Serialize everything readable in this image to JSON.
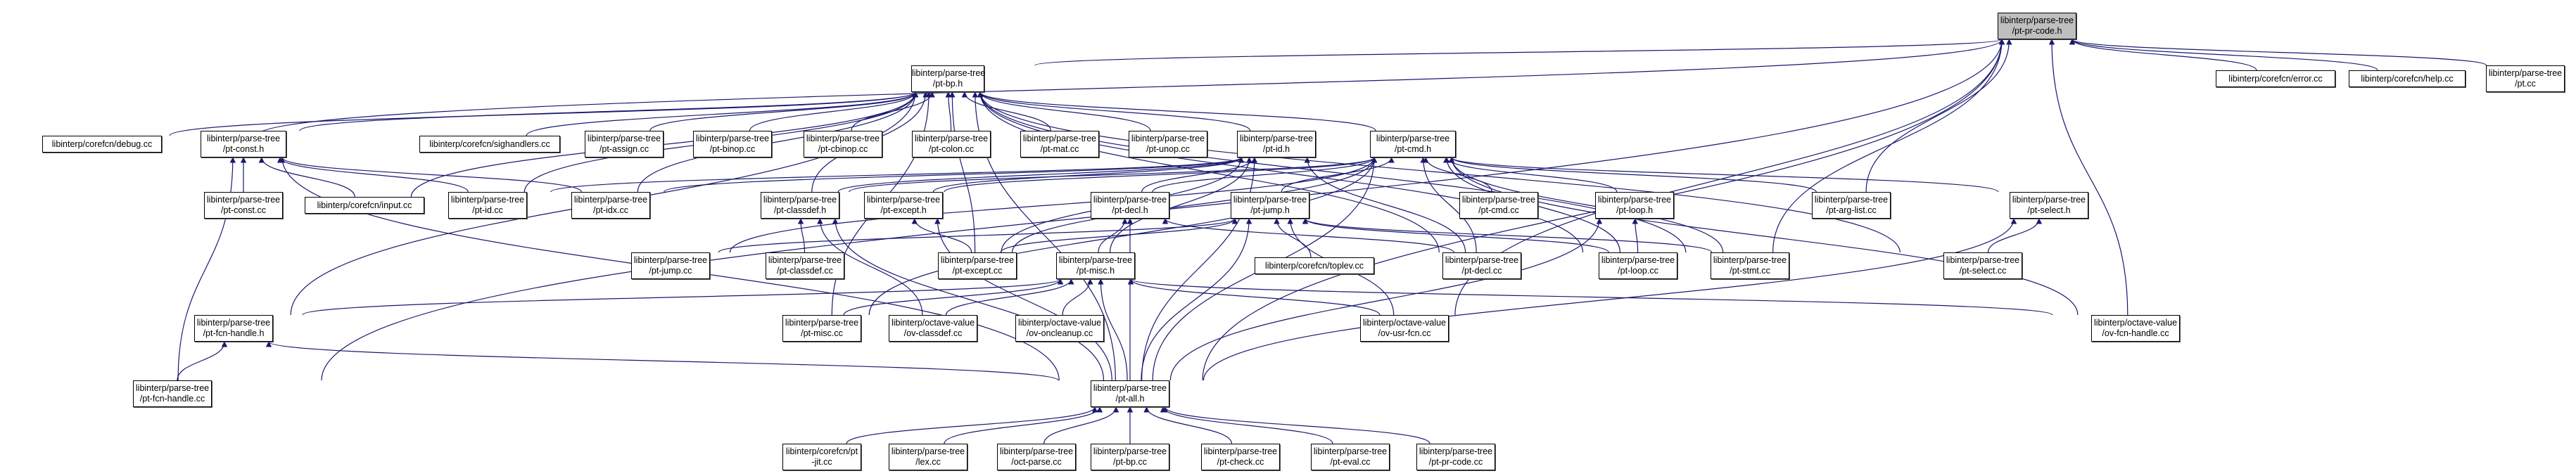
{
  "title": "Include dependency graph for libinterp/parse-tree/pt-pr-code.h",
  "colors": {
    "edge": "#191970",
    "node_border": "#000000",
    "focus_fill": "#bfbfbf",
    "node_fill": "#ffffff"
  },
  "nodes": [
    {
      "id": "pt-pr-code.h",
      "lines": [
        "libinterp/parse-tree",
        "/pt-pr-code.h"
      ],
      "focus": true
    },
    {
      "id": "pt-bp.h",
      "lines": [
        "libinterp/parse-tree",
        "/pt-bp.h"
      ]
    },
    {
      "id": "error.cc",
      "lines": [
        "libinterp/corefcn/error.cc"
      ]
    },
    {
      "id": "help.cc",
      "lines": [
        "libinterp/corefcn/help.cc"
      ]
    },
    {
      "id": "pt.cc",
      "lines": [
        "libinterp/parse-tree",
        "/pt.cc"
      ]
    },
    {
      "id": "debug.cc",
      "lines": [
        "libinterp/corefcn/debug.cc"
      ]
    },
    {
      "id": "pt-const.h",
      "lines": [
        "libinterp/parse-tree",
        "/pt-const.h"
      ]
    },
    {
      "id": "sighandlers.cc",
      "lines": [
        "libinterp/corefcn/sighandlers.cc"
      ]
    },
    {
      "id": "pt-assign.cc",
      "lines": [
        "libinterp/parse-tree",
        "/pt-assign.cc"
      ]
    },
    {
      "id": "pt-binop.cc",
      "lines": [
        "libinterp/parse-tree",
        "/pt-binop.cc"
      ]
    },
    {
      "id": "pt-cbinop.cc",
      "lines": [
        "libinterp/parse-tree",
        "/pt-cbinop.cc"
      ]
    },
    {
      "id": "pt-colon.cc",
      "lines": [
        "libinterp/parse-tree",
        "/pt-colon.cc"
      ]
    },
    {
      "id": "pt-mat.cc",
      "lines": [
        "libinterp/parse-tree",
        "/pt-mat.cc"
      ]
    },
    {
      "id": "pt-unop.cc",
      "lines": [
        "libinterp/parse-tree",
        "/pt-unop.cc"
      ]
    },
    {
      "id": "pt-id.h",
      "lines": [
        "libinterp/parse-tree",
        "/pt-id.h"
      ]
    },
    {
      "id": "pt-cmd.h",
      "lines": [
        "libinterp/parse-tree",
        "/pt-cmd.h"
      ]
    },
    {
      "id": "pt-const.cc",
      "lines": [
        "libinterp/parse-tree",
        "/pt-const.cc"
      ]
    },
    {
      "id": "input.cc",
      "lines": [
        "libinterp/corefcn/input.cc"
      ]
    },
    {
      "id": "pt-id.cc",
      "lines": [
        "libinterp/parse-tree",
        "/pt-id.cc"
      ]
    },
    {
      "id": "pt-idx.cc",
      "lines": [
        "libinterp/parse-tree",
        "/pt-idx.cc"
      ]
    },
    {
      "id": "pt-classdef.h",
      "lines": [
        "libinterp/parse-tree",
        "/pt-classdef.h"
      ]
    },
    {
      "id": "pt-except.h",
      "lines": [
        "libinterp/parse-tree",
        "/pt-except.h"
      ]
    },
    {
      "id": "pt-decl.h",
      "lines": [
        "libinterp/parse-tree",
        "/pt-decl.h"
      ]
    },
    {
      "id": "pt-jump.h",
      "lines": [
        "libinterp/parse-tree",
        "/pt-jump.h"
      ]
    },
    {
      "id": "pt-cmd.cc",
      "lines": [
        "libinterp/parse-tree",
        "/pt-cmd.cc"
      ]
    },
    {
      "id": "pt-loop.h",
      "lines": [
        "libinterp/parse-tree",
        "/pt-loop.h"
      ]
    },
    {
      "id": "pt-arg-list.cc",
      "lines": [
        "libinterp/parse-tree",
        "/pt-arg-list.cc"
      ]
    },
    {
      "id": "pt-select.h",
      "lines": [
        "libinterp/parse-tree",
        "/pt-select.h"
      ]
    },
    {
      "id": "pt-jump.cc",
      "lines": [
        "libinterp/parse-tree",
        "/pt-jump.cc"
      ]
    },
    {
      "id": "pt-classdef.cc",
      "lines": [
        "libinterp/parse-tree",
        "/pt-classdef.cc"
      ]
    },
    {
      "id": "pt-except.cc",
      "lines": [
        "libinterp/parse-tree",
        "/pt-except.cc"
      ]
    },
    {
      "id": "pt-misc.h",
      "lines": [
        "libinterp/parse-tree",
        "/pt-misc.h"
      ]
    },
    {
      "id": "toplev.cc",
      "lines": [
        "libinterp/corefcn/toplev.cc"
      ]
    },
    {
      "id": "pt-decl.cc",
      "lines": [
        "libinterp/parse-tree",
        "/pt-decl.cc"
      ]
    },
    {
      "id": "pt-loop.cc",
      "lines": [
        "libinterp/parse-tree",
        "/pt-loop.cc"
      ]
    },
    {
      "id": "pt-stmt.cc",
      "lines": [
        "libinterp/parse-tree",
        "/pt-stmt.cc"
      ]
    },
    {
      "id": "pt-select.cc",
      "lines": [
        "libinterp/parse-tree",
        "/pt-select.cc"
      ]
    },
    {
      "id": "pt-fcn-handle.h",
      "lines": [
        "libinterp/parse-tree",
        "/pt-fcn-handle.h"
      ]
    },
    {
      "id": "pt-misc.cc",
      "lines": [
        "libinterp/parse-tree",
        "/pt-misc.cc"
      ]
    },
    {
      "id": "ov-classdef.cc",
      "lines": [
        "libinterp/octave-value",
        "/ov-classdef.cc"
      ]
    },
    {
      "id": "ov-oncleanup.cc",
      "lines": [
        "libinterp/octave-value",
        "/ov-oncleanup.cc"
      ]
    },
    {
      "id": "ov-usr-fcn.cc",
      "lines": [
        "libinterp/octave-value",
        "/ov-usr-fcn.cc"
      ]
    },
    {
      "id": "ov-fcn-handle.cc",
      "lines": [
        "libinterp/octave-value",
        "/ov-fcn-handle.cc"
      ]
    },
    {
      "id": "pt-fcn-handle.cc",
      "lines": [
        "libinterp/parse-tree",
        "/pt-fcn-handle.cc"
      ]
    },
    {
      "id": "pt-all.h",
      "lines": [
        "libinterp/parse-tree",
        "/pt-all.h"
      ]
    },
    {
      "id": "jit.cc",
      "lines": [
        "libinterp/corefcn/pt",
        "-jit.cc"
      ]
    },
    {
      "id": "lex.cc",
      "lines": [
        "libinterp/parse-tree",
        "/lex.cc"
      ]
    },
    {
      "id": "oct-parse.cc",
      "lines": [
        "libinterp/parse-tree",
        "/oct-parse.cc"
      ]
    },
    {
      "id": "pt-bp.cc",
      "lines": [
        "libinterp/parse-tree",
        "/pt-bp.cc"
      ]
    },
    {
      "id": "pt-check.cc",
      "lines": [
        "libinterp/parse-tree",
        "/pt-check.cc"
      ]
    },
    {
      "id": "pt-eval.cc",
      "lines": [
        "libinterp/parse-tree",
        "/pt-eval.cc"
      ]
    },
    {
      "id": "pt-pr-code.cc",
      "lines": [
        "libinterp/parse-tree",
        "/pt-pr-code.cc"
      ]
    }
  ],
  "edges": [
    [
      "pt-bp.h",
      "pt-pr-code.h"
    ],
    [
      "error.cc",
      "pt-pr-code.h"
    ],
    [
      "help.cc",
      "pt-pr-code.h"
    ],
    [
      "pt.cc",
      "pt-pr-code.h"
    ],
    [
      "debug.cc",
      "pt-pr-code.h"
    ],
    [
      "pt-arg-list.cc",
      "pt-pr-code.h"
    ],
    [
      "pt-stmt.cc",
      "pt-pr-code.h"
    ],
    [
      "pt-all.h",
      "pt-pr-code.h"
    ],
    [
      "ov-usr-fcn.cc",
      "pt-pr-code.h"
    ],
    [
      "ov-fcn-handle.cc",
      "pt-pr-code.h"
    ],
    [
      "pt-fcn-handle.cc",
      "pt-pr-code.h"
    ],
    [
      "debug.cc",
      "pt-bp.h"
    ],
    [
      "pt-const.h",
      "pt-bp.h"
    ],
    [
      "sighandlers.cc",
      "pt-bp.h"
    ],
    [
      "pt-assign.cc",
      "pt-bp.h"
    ],
    [
      "pt-binop.cc",
      "pt-bp.h"
    ],
    [
      "pt-cbinop.cc",
      "pt-bp.h"
    ],
    [
      "pt-colon.cc",
      "pt-bp.h"
    ],
    [
      "pt-mat.cc",
      "pt-bp.h"
    ],
    [
      "pt-unop.cc",
      "pt-bp.h"
    ],
    [
      "pt-id.h",
      "pt-bp.h"
    ],
    [
      "pt-cmd.h",
      "pt-bp.h"
    ],
    [
      "pt-id.cc",
      "pt-bp.h"
    ],
    [
      "pt-idx.cc",
      "pt-bp.h"
    ],
    [
      "pt-classdef.h",
      "pt-bp.h"
    ],
    [
      "pt-except.cc",
      "pt-bp.h"
    ],
    [
      "pt-decl.cc",
      "pt-bp.h"
    ],
    [
      "pt-loop.cc",
      "pt-bp.h"
    ],
    [
      "pt-stmt.cc",
      "pt-bp.h"
    ],
    [
      "pt-select.cc",
      "pt-bp.h"
    ],
    [
      "pt-fcn-handle.h",
      "pt-bp.h"
    ],
    [
      "pt-misc.cc",
      "pt-bp.h"
    ],
    [
      "pt-all.h",
      "pt-bp.h"
    ],
    [
      "input.cc",
      "pt-bp.h"
    ],
    [
      "pt-const.cc",
      "pt-const.h"
    ],
    [
      "input.cc",
      "pt-const.h"
    ],
    [
      "pt-id.cc",
      "pt-const.h"
    ],
    [
      "pt-fcn-handle.cc",
      "pt-const.h"
    ],
    [
      "pt-all.h",
      "pt-const.h"
    ],
    [
      "pt-idx.cc",
      "pt-const.h"
    ],
    [
      "pt-idx.cc",
      "pt-id.h"
    ],
    [
      "pt-classdef.h",
      "pt-id.h"
    ],
    [
      "pt-except.h",
      "pt-id.h"
    ],
    [
      "pt-decl.h",
      "pt-id.h"
    ],
    [
      "pt-misc.h",
      "pt-id.h"
    ],
    [
      "pt-except.cc",
      "pt-id.h"
    ],
    [
      "pt-all.h",
      "pt-id.h"
    ],
    [
      "pt-id.cc",
      "pt-id.h"
    ],
    [
      "pt-decl.cc",
      "pt-id.h"
    ],
    [
      "pt-classdef.h",
      "pt-cmd.h"
    ],
    [
      "pt-except.h",
      "pt-cmd.h"
    ],
    [
      "pt-decl.h",
      "pt-cmd.h"
    ],
    [
      "pt-jump.h",
      "pt-cmd.h"
    ],
    [
      "pt-cmd.cc",
      "pt-cmd.h"
    ],
    [
      "pt-loop.h",
      "pt-cmd.h"
    ],
    [
      "pt-select.h",
      "pt-cmd.h"
    ],
    [
      "pt-arg-list.cc",
      "pt-cmd.h"
    ],
    [
      "pt-decl.cc",
      "pt-cmd.h"
    ],
    [
      "pt-loop.cc",
      "pt-cmd.h"
    ],
    [
      "pt-stmt.cc",
      "pt-cmd.h"
    ],
    [
      "pt-all.h",
      "pt-cmd.h"
    ],
    [
      "pt-misc.cc",
      "pt-cmd.h"
    ],
    [
      "ov-fcn-handle.cc",
      "pt-cmd.h"
    ],
    [
      "pt-except.cc",
      "pt-cmd.h"
    ],
    [
      "pt-jump.cc",
      "pt-cmd.h"
    ],
    [
      "pt-classdef.cc",
      "pt-classdef.h"
    ],
    [
      "ov-classdef.cc",
      "pt-classdef.h"
    ],
    [
      "pt-all.h",
      "pt-classdef.h"
    ],
    [
      "pt-except.cc",
      "pt-except.h"
    ],
    [
      "pt-all.h",
      "pt-except.h"
    ],
    [
      "pt-misc.h",
      "pt-decl.h"
    ],
    [
      "pt-decl.cc",
      "pt-decl.h"
    ],
    [
      "pt-all.h",
      "pt-decl.h"
    ],
    [
      "pt-except.cc",
      "pt-jump.h"
    ],
    [
      "toplev.cc",
      "pt-jump.h"
    ],
    [
      "pt-loop.cc",
      "pt-jump.h"
    ],
    [
      "pt-stmt.cc",
      "pt-jump.h"
    ],
    [
      "pt-all.h",
      "pt-jump.h"
    ],
    [
      "ov-usr-fcn.cc",
      "pt-jump.h"
    ],
    [
      "pt-jump.cc",
      "pt-jump.h"
    ],
    [
      "pt-loop.cc",
      "pt-loop.h"
    ],
    [
      "pt-all.h",
      "pt-loop.h"
    ],
    [
      "pt-select.cc",
      "pt-select.h"
    ],
    [
      "pt-all.h",
      "pt-select.h"
    ],
    [
      "pt-fcn-handle.h",
      "pt-misc.h"
    ],
    [
      "pt-misc.cc",
      "pt-misc.h"
    ],
    [
      "ov-classdef.cc",
      "pt-misc.h"
    ],
    [
      "ov-oncleanup.cc",
      "pt-misc.h"
    ],
    [
      "ov-usr-fcn.cc",
      "pt-misc.h"
    ],
    [
      "pt-all.h",
      "pt-misc.h"
    ],
    [
      "ov-fcn-handle.cc",
      "pt-misc.h"
    ],
    [
      "pt-fcn-handle.cc",
      "pt-fcn-handle.h"
    ],
    [
      "pt-all.h",
      "pt-fcn-handle.h"
    ],
    [
      "jit.cc",
      "pt-all.h"
    ],
    [
      "lex.cc",
      "pt-all.h"
    ],
    [
      "oct-parse.cc",
      "pt-all.h"
    ],
    [
      "pt-bp.cc",
      "pt-all.h"
    ],
    [
      "pt-check.cc",
      "pt-all.h"
    ],
    [
      "pt-eval.cc",
      "pt-all.h"
    ],
    [
      "pt-pr-code.cc",
      "pt-all.h"
    ]
  ]
}
